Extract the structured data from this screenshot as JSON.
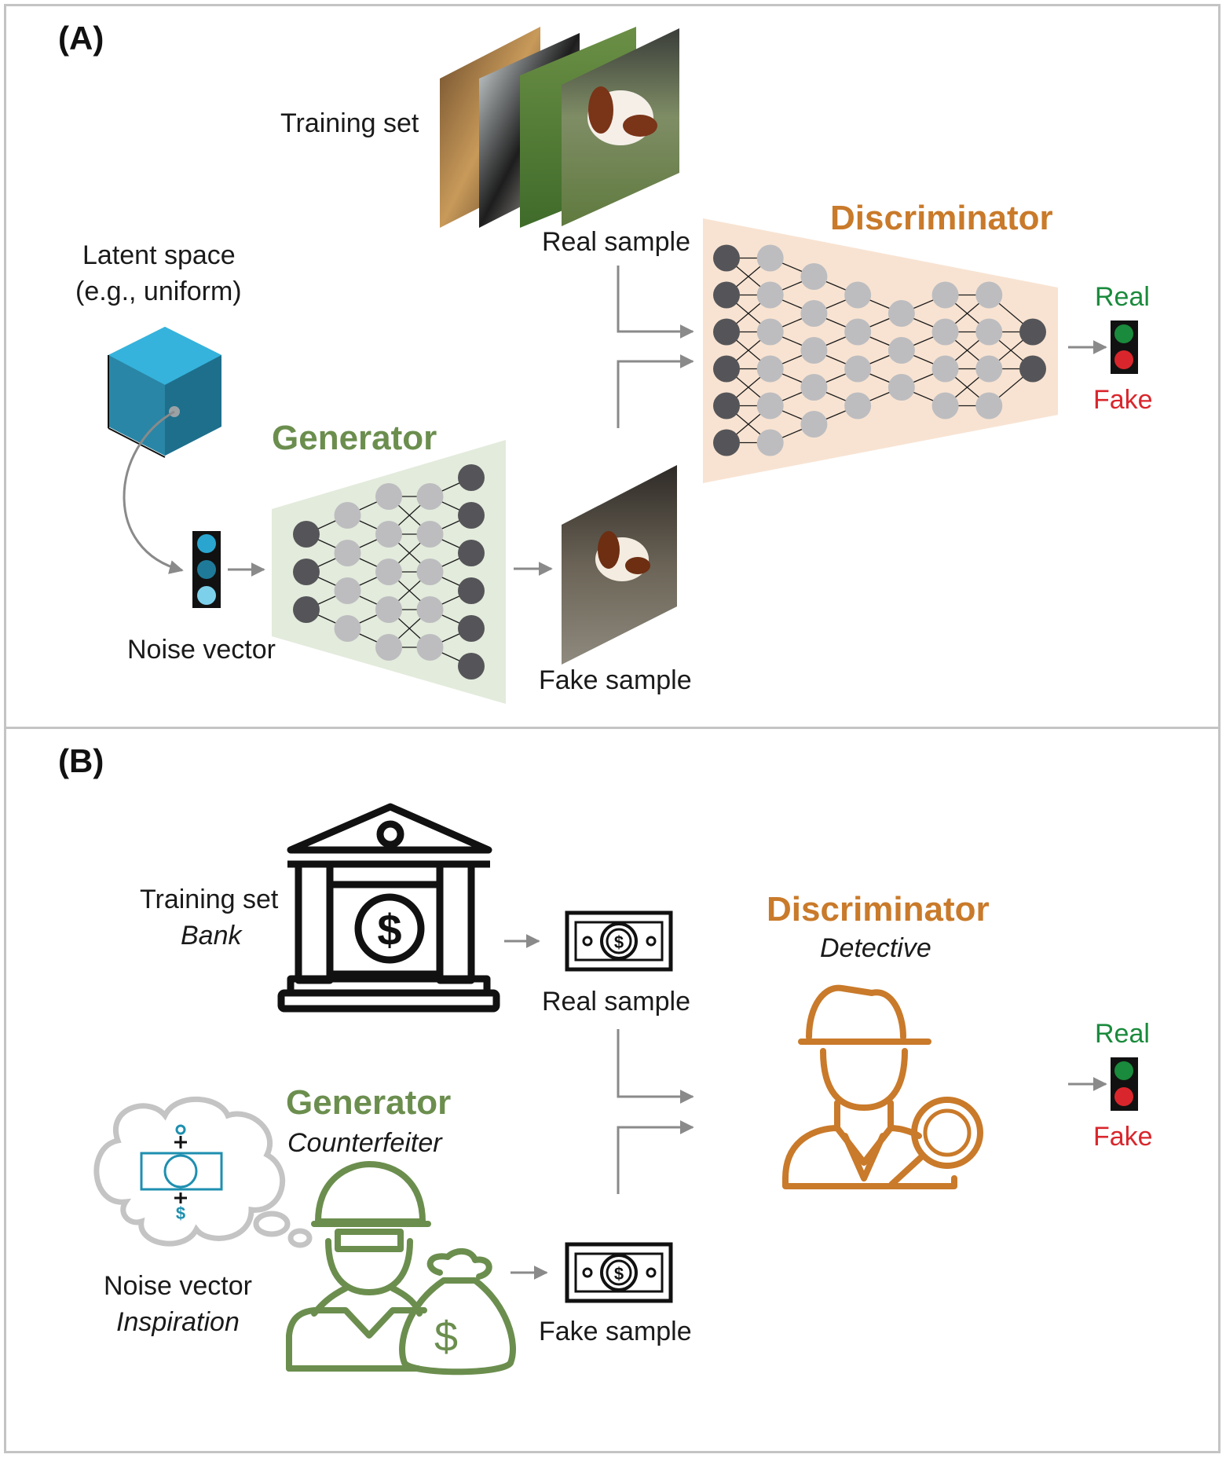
{
  "colors": {
    "generator": "#6b8e4e",
    "discriminator": "#c97a2a",
    "real": "#1a8a3c",
    "fake": "#d9262c",
    "arrow": "#8a8a8a",
    "node_dark": "#555559",
    "node_light": "#bdbdc0",
    "noise_blue": "#2aa5cf",
    "gen_bg": "#e3ebdc",
    "disc_bg": "#f8e3d2",
    "panel_border": "#c4c4c4"
  },
  "panel_a": {
    "label": "(A)",
    "training_set": "Training set",
    "real_sample": "Real sample",
    "latent_line1": "Latent space",
    "latent_line2": "(e.g., uniform)",
    "generator": "Generator",
    "discriminator": "Discriminator",
    "noise_vector": "Noise vector",
    "fake_sample": "Fake sample",
    "real": "Real",
    "fake": "Fake",
    "generator_layers": [
      3,
      4,
      5,
      5,
      6
    ],
    "discriminator_layers": [
      6,
      6,
      5,
      4,
      3,
      4,
      4,
      2
    ]
  },
  "panel_b": {
    "label": "(B)",
    "training_set": "Training set",
    "bank": "Bank",
    "real_sample": "Real sample",
    "discriminator": "Discriminator",
    "detective": "Detective",
    "real": "Real",
    "fake": "Fake",
    "generator": "Generator",
    "counterfeiter": "Counterfeiter",
    "noise_vector": "Noise vector",
    "inspiration": "Inspiration",
    "fake_sample": "Fake sample",
    "bank_icon_glyph": "$",
    "bill_icon_glyph": "$",
    "money_bag_glyph": "$",
    "thought_glyph": "$"
  }
}
